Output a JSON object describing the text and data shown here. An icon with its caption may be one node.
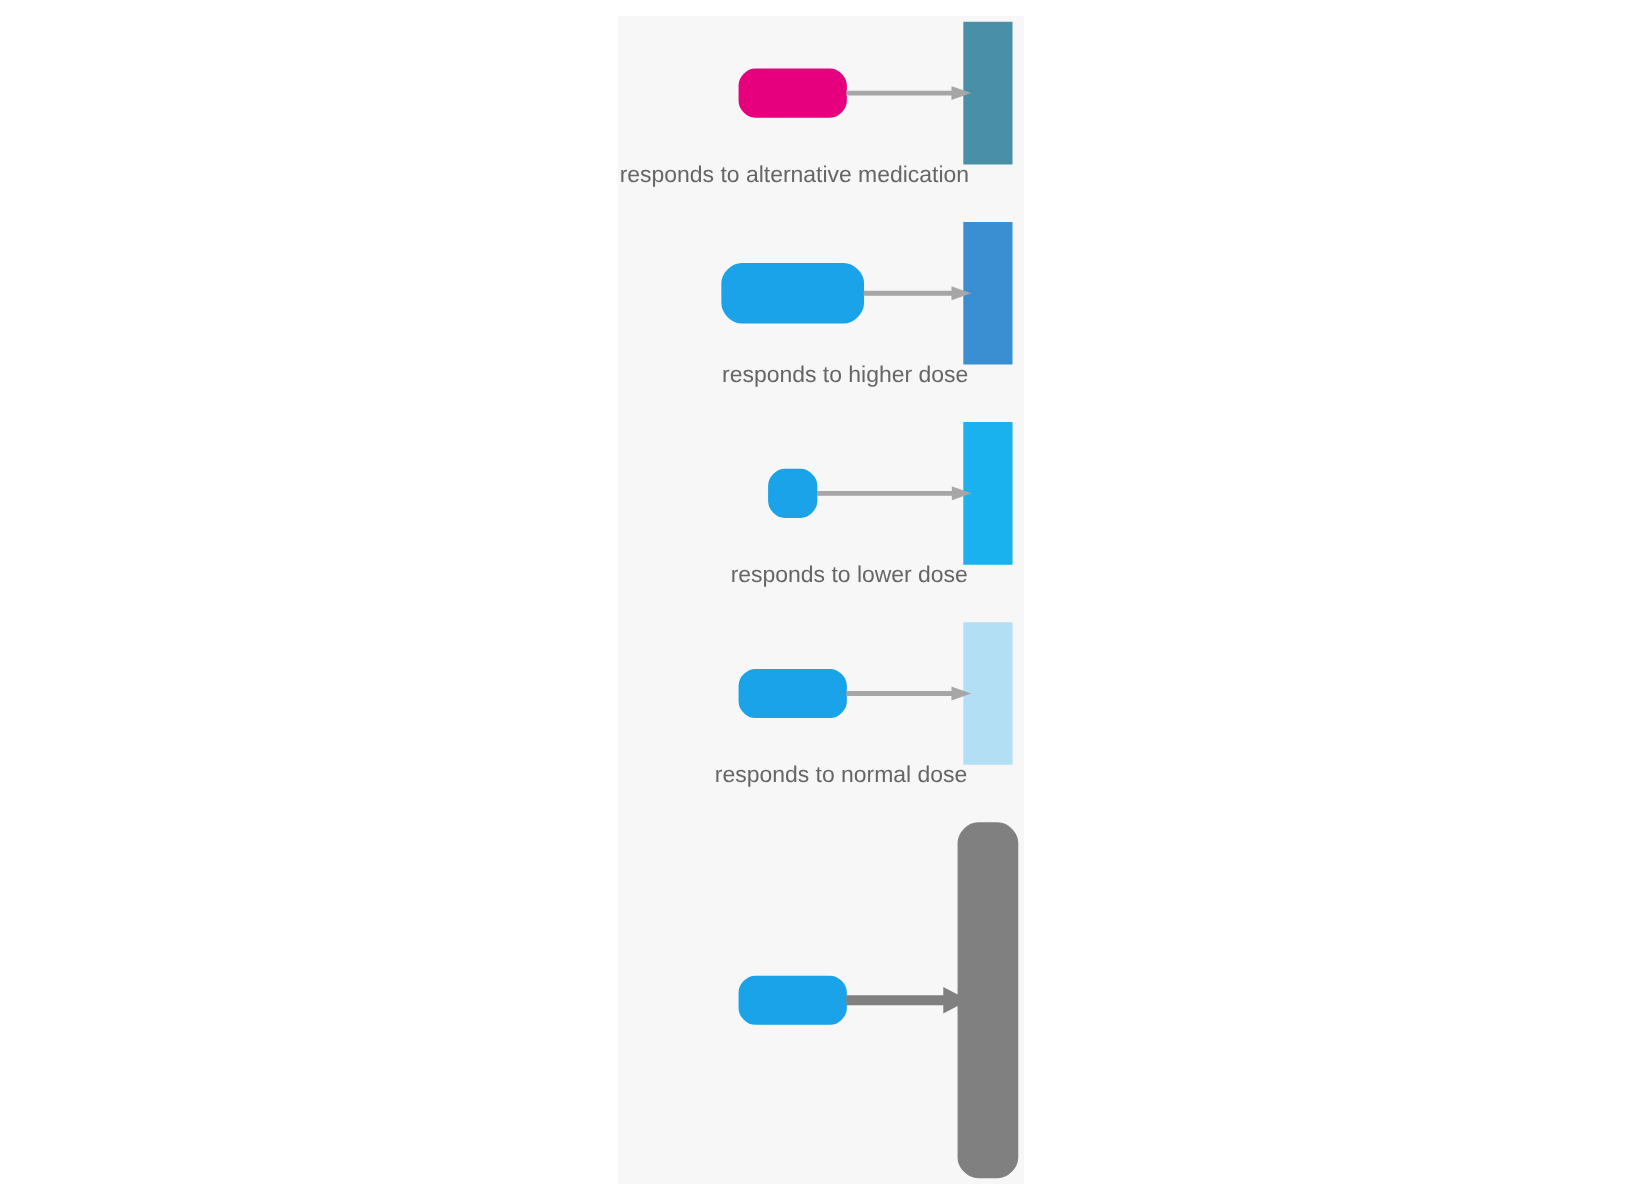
{
  "diagram": {
    "nodes": [
      {
        "text": [],
        "shape": "capsule"
      },
      {
        "text": [],
        "shape": "helix"
      },
      {
        "text": [],
        "shape": "capsule"
      },
      {
        "text": [],
        "shape": "person",
        "beside": [
          "responds to normal dose"
        ]
      },
      {
        "text": [],
        "shape": "capsule"
      },
      {
        "text": [],
        "shape": "person",
        "beside": [
          "responds to lower dose"
        ]
      },
      {
        "text": [],
        "shape": "capsule"
      },
      {
        "text": [],
        "shape": "person",
        "beside": [
          "responds to higher dose"
        ]
      },
      {
        "text": [],
        "shape": "capsule"
      },
      {
        "text": [],
        "shape": "person",
        "beside": [
          "responds to alternative medication"
        ]
      }
    ],
    "edges": [
      {
        "from": 0,
        "to": 1,
        "arrow": "to",
        "style": "thick"
      },
      {
        "from": 2,
        "to": 3,
        "arrow": "to",
        "color": "#a6a6a6"
      },
      {
        "from": 4,
        "to": 5,
        "arrow": "to",
        "color": "#a6a6a6"
      },
      {
        "from": 6,
        "to": 7,
        "arrow": "to",
        "color": "#a6a6a6"
      },
      {
        "from": 8,
        "to": 9,
        "arrow": "to",
        "color": "#a6a6a6"
      }
    ]
  }
}
